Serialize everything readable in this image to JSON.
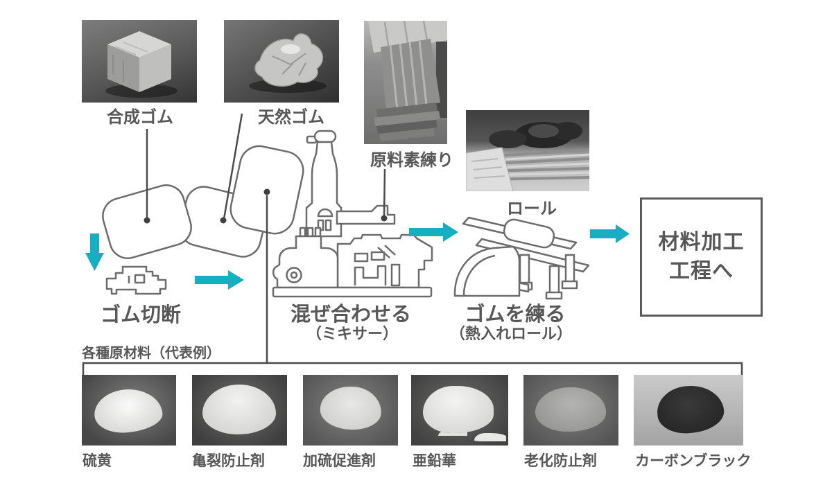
{
  "colors": {
    "accent": "#14b0c2",
    "line_art": "#6b6b6b",
    "leader_line": "#4a4a4a",
    "text": "#575757",
    "box_border": "#5a5a5a"
  },
  "top_photos": [
    {
      "label": "合成ゴム"
    },
    {
      "label": "天然ゴム"
    },
    {
      "label": "原料素練り"
    },
    {
      "label": "ロール"
    }
  ],
  "steps": [
    {
      "title": "ゴム切断",
      "subtitle": ""
    },
    {
      "title": "混ぜ合わせる",
      "subtitle": "（ミキサー）"
    },
    {
      "title": "ゴムを練る",
      "subtitle": "（熱入れロール）"
    }
  ],
  "next_box": {
    "line1": "材料加工",
    "line2": "工程へ"
  },
  "materials": {
    "heading": "各種原材料（代表例）",
    "items": [
      {
        "label": "硫黄"
      },
      {
        "label": "亀裂防止剤"
      },
      {
        "label": "加硫促進剤"
      },
      {
        "label": "亜鉛華"
      },
      {
        "label": "老化防止剤"
      },
      {
        "label": "カーボンブラック"
      }
    ]
  }
}
